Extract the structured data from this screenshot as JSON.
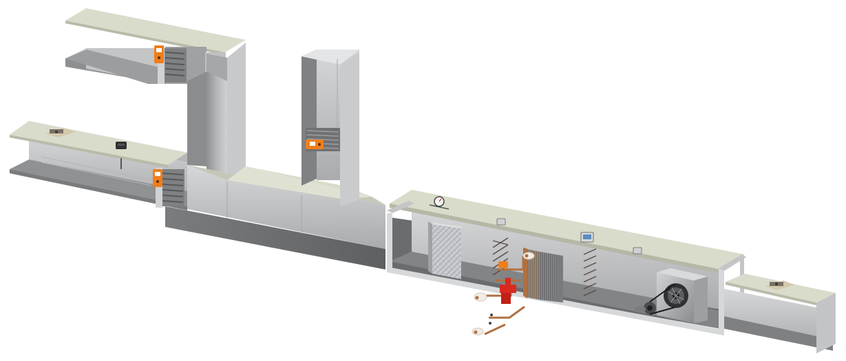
{
  "image": {
    "description_visible_text": ""
  },
  "palette": {
    "roof": "#d9dccb",
    "wall_light": "#c9cbcd",
    "wall_mid": "#a7a9ab",
    "wall_dark": "#8e9092",
    "floor": "#6b6d6f",
    "frame": "#d6d8da",
    "actuator": "#f07e1c",
    "valve_red": "#d92a1e",
    "copper": "#b07040",
    "insulation": "#f3ece4",
    "filter": "#c3c6c9",
    "coil": "#8c7a6a",
    "heater": "#6f5a4c",
    "fan_housing": "#b7babd",
    "fan_dark": "#3a3c3e"
  },
  "components": [
    {
      "name": "exhaust-air-duct",
      "type": "duct"
    },
    {
      "name": "outdoor-air-duct",
      "type": "duct"
    },
    {
      "name": "exhaust-damper",
      "type": "damper"
    },
    {
      "name": "outdoor-air-damper",
      "type": "damper"
    },
    {
      "name": "return-air-duct",
      "type": "duct"
    },
    {
      "name": "mixing-damper",
      "type": "damper"
    },
    {
      "name": "air-handling-unit",
      "type": "casing"
    },
    {
      "name": "pressure-gauge",
      "type": "sensor"
    },
    {
      "name": "filter-section",
      "type": "filter"
    },
    {
      "name": "heating-coil",
      "type": "coil"
    },
    {
      "name": "cooling-coil",
      "type": "coil"
    },
    {
      "name": "control-valve",
      "type": "valve"
    },
    {
      "name": "supply-fan",
      "type": "fan"
    },
    {
      "name": "supply-air-duct",
      "type": "duct"
    },
    {
      "name": "duct-sensors",
      "type": "sensor"
    }
  ]
}
